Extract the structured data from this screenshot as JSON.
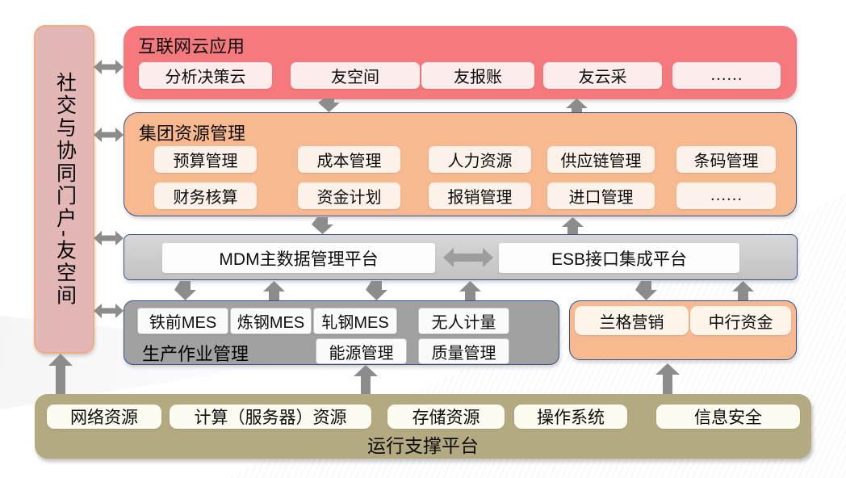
{
  "diagram": {
    "portal": {
      "label": "社交与协同门户-友空间"
    },
    "cloud": {
      "title": "互联网云应用",
      "items": [
        "分析决策云",
        "友空间",
        "友报账",
        "友云采",
        "……"
      ]
    },
    "erp": {
      "title": "集团资源管理",
      "row1": [
        "预算管理",
        "成本管理",
        "人力资源",
        "供应链管理",
        "条码管理"
      ],
      "row2": [
        "财务核算",
        "资金计划",
        "报销管理",
        "进口管理",
        "……"
      ]
    },
    "integration": {
      "mdm": "MDM主数据管理平台",
      "esb": "ESB接口集成平台"
    },
    "mes": {
      "title": "生产作业管理",
      "row1": [
        "铁前MES",
        "炼钢MES",
        "轧钢MES",
        "无人计量"
      ],
      "row2": [
        "能源管理",
        "质量管理"
      ]
    },
    "external": {
      "items": [
        "兰格营销",
        "中行资金"
      ]
    },
    "infra": {
      "title": "运行支撑平台",
      "items": [
        "网络资源",
        "计算（服务器）资源",
        "存储资源",
        "操作系统",
        "信息安全"
      ]
    },
    "colors": {
      "cloud_fill": "#f5797d",
      "erp_fill": "#f8b990",
      "portal_fill": "#e4b7b7",
      "portal_border": "#f0ad7c",
      "integration_fill": "#c9c9c9",
      "mes_fill": "#a1a1a1",
      "infra_fill": "#b3aa82",
      "layer_border_blue": "#34548c",
      "arrow_gray": "#8c8c8c"
    }
  }
}
